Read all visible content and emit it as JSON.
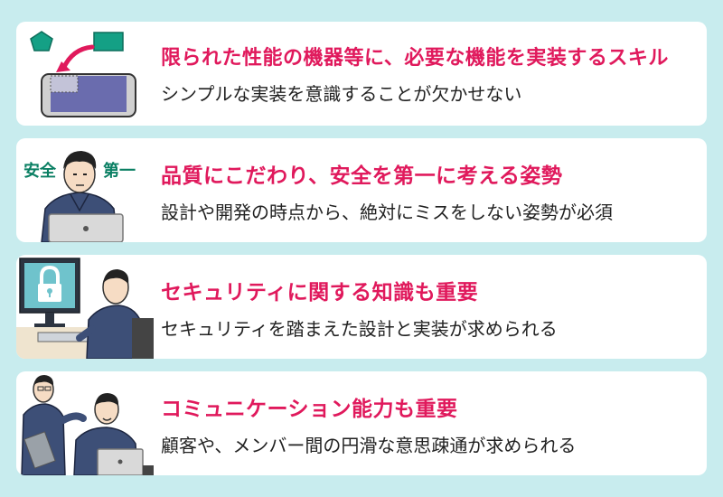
{
  "cards": [
    {
      "title": "限られた性能の機器等に、必要な機能を実装するスキル",
      "desc": "シンプルな実装を意識することが欠かせない",
      "illustration": "device-resize"
    },
    {
      "title": "品質にこだわり、安全を第一に考える姿勢",
      "desc": "設計や開発の時点から、絶対にミスをしない姿勢が必須",
      "illustration": "worker-laptop",
      "label_left": "安全",
      "label_right": "第一"
    },
    {
      "title": "セキュリティに関する知識も重要",
      "desc": "セキュリティを踏まえた設計と実装が求められる",
      "illustration": "worker-lock-monitor"
    },
    {
      "title": "コミュニケーション能力も重要",
      "desc": "顧客や、メンバー間の円滑な意思疎通が求められる",
      "illustration": "two-workers-talking"
    }
  ],
  "colors": {
    "background": "#c8ecee",
    "card": "#ffffff",
    "title": "#e0195c",
    "text": "#222222",
    "accent_green": "#0a7f63",
    "uniform": "#3d4f77"
  }
}
